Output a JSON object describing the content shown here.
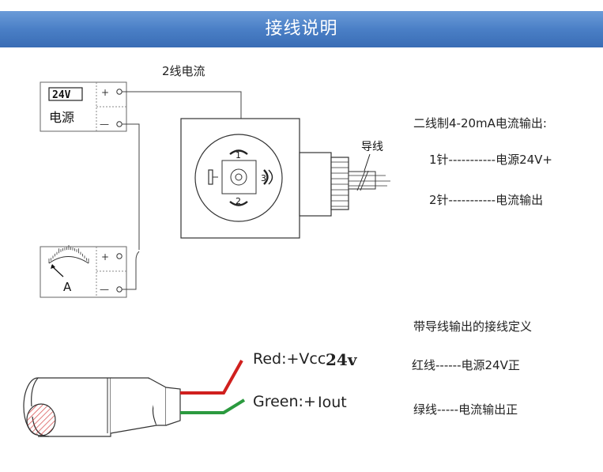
{
  "header": {
    "title": "接线说明"
  },
  "diagram": {
    "title": "2线电流",
    "power_box": {
      "display": "24V",
      "label": "电源",
      "plus": "+",
      "minus": "—"
    },
    "meter_box": {
      "label": "A",
      "plus": "+",
      "minus": "—"
    },
    "connector": {
      "pin1": "1",
      "pin2": "2",
      "pin3": "3"
    },
    "lead_label": "导线",
    "cable_labels": {
      "red": "Red:+Vcc",
      "red_value": "24v",
      "green": "Green:+",
      "green_value": "Iout"
    },
    "colors": {
      "red_wire": "#d0201e",
      "green_wire": "#2b9a3f",
      "hatch": "#d44040",
      "banner": "#4a7fc6"
    }
  },
  "notes": {
    "two_wire_heading": "二线制4-20mA电流输出:",
    "pin1": "1针-----------电源24V+",
    "pin2": "2针-----------电流输出",
    "lead_heading": "带导线输出的接线定义",
    "red_wire": "红线------电源24V正",
    "green_wire": "绿线-----电流输出正"
  }
}
